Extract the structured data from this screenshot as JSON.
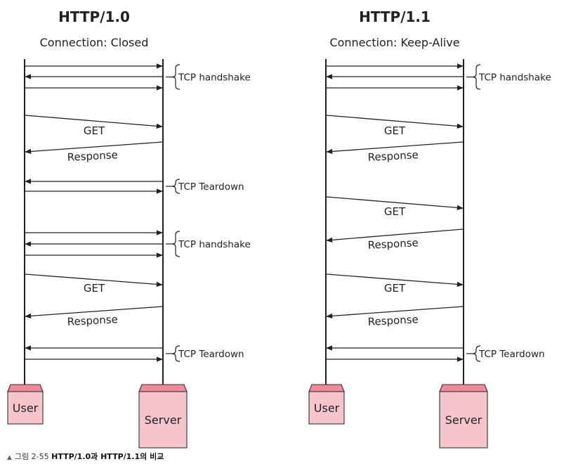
{
  "panels": [
    {
      "id": "http10",
      "title": "HTTP/1.0",
      "subtitle": "Connection: Closed",
      "client_label": "User",
      "server_label": "Server",
      "groups": [
        {
          "type": "handshake",
          "label": "TCP handshake"
        },
        {
          "type": "request",
          "label": "GET",
          "response_label": "Response"
        },
        {
          "type": "teardown",
          "label": "TCP Teardown"
        },
        {
          "type": "handshake",
          "label": "TCP handshake"
        },
        {
          "type": "request",
          "label": "GET",
          "response_label": "Response"
        },
        {
          "type": "teardown",
          "label": "TCP Teardown"
        }
      ]
    },
    {
      "id": "http11",
      "title": "HTTP/1.1",
      "subtitle": "Connection: Keep-Alive",
      "client_label": "User",
      "server_label": "Server",
      "groups": [
        {
          "type": "handshake",
          "label": "TCP handshake"
        },
        {
          "type": "request",
          "label": "GET",
          "response_label": "Response"
        },
        {
          "type": "request",
          "label": "GET",
          "response_label": "Response"
        },
        {
          "type": "request",
          "label": "GET",
          "response_label": "Response"
        },
        {
          "type": "teardown",
          "label": "TCP Teardown"
        }
      ]
    }
  ],
  "caption": {
    "marker": "▲",
    "prefix": "그림 2-55",
    "text": "HTTP/1.0과 HTTP/1.1의 비교"
  },
  "colors": {
    "line": "#222222",
    "box_top": "#ee8a9a",
    "box_body": "#f6c5cc",
    "box_stroke": "#333333"
  }
}
